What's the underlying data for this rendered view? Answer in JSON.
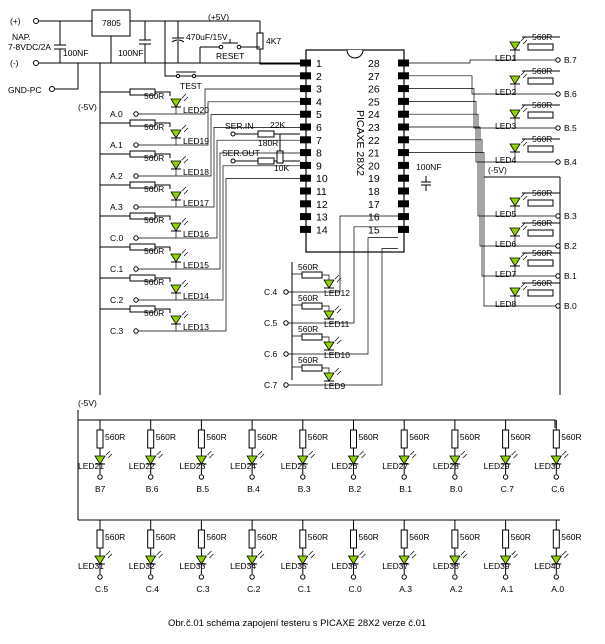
{
  "power": {
    "plus": "(+)",
    "minus": "(-)",
    "nap_line1": "NAP.",
    "nap_line2": "7-8VDC/2A",
    "regulator": "7805",
    "cap_in": "100NF",
    "cap_out": "100NF",
    "cap_bulk": "470uF/15V",
    "plus5v": "(+5V)",
    "gnd_pc": "GND-PC",
    "r_reset": "4K7",
    "reset": "RESET",
    "test": "TEST"
  },
  "ic": {
    "name": "PICAXE 28X2",
    "left_pins": [
      "1",
      "2",
      "3",
      "4",
      "5",
      "6",
      "7",
      "8",
      "9",
      "10",
      "11",
      "12",
      "13",
      "14"
    ],
    "right_pins": [
      "28",
      "27",
      "26",
      "25",
      "24",
      "23",
      "22",
      "21",
      "20",
      "19",
      "18",
      "17",
      "16",
      "15"
    ],
    "ser_in": "SER.IN",
    "ser_out": "SER.OUT",
    "r22k": "22K",
    "r180": "180R",
    "r10k": "10K",
    "c100nf": "100NF",
    "minus5v_left": "(-5V)",
    "minus5v_right": "(-5V)"
  },
  "left_leds": [
    {
      "res": "560R",
      "led": "LED20",
      "port": "A.0"
    },
    {
      "res": "560R",
      "led": "LED19",
      "port": "A.1"
    },
    {
      "res": "560R",
      "led": "LED18",
      "port": "A.2"
    },
    {
      "res": "560R",
      "led": "LED17",
      "port": "A.3"
    },
    {
      "res": "560R",
      "led": "LED16",
      "port": "C.0"
    },
    {
      "res": "560R",
      "led": "LED15",
      "port": "C.1"
    },
    {
      "res": "560R",
      "led": "LED14",
      "port": "C.2"
    },
    {
      "res": "560R",
      "led": "LED13",
      "port": "C.3"
    }
  ],
  "right_leds": [
    {
      "res": "560R",
      "led": "LED1",
      "port": "B.7"
    },
    {
      "res": "560R",
      "led": "LED2",
      "port": "B.6"
    },
    {
      "res": "560R",
      "led": "LED3",
      "port": "B.5"
    },
    {
      "res": "560R",
      "led": "LED4",
      "port": "B.4"
    },
    {
      "res": "560R",
      "led": "LED5",
      "port": "B.3"
    },
    {
      "res": "560R",
      "led": "LED6",
      "port": "B.2"
    },
    {
      "res": "560R",
      "led": "LED7",
      "port": "B.1"
    },
    {
      "res": "560R",
      "led": "LED8",
      "port": "B.0"
    }
  ],
  "mid_leds": [
    {
      "res": "560R",
      "led": "LED12",
      "port": "C.4"
    },
    {
      "res": "560R",
      "led": "LED11",
      "port": "C.5"
    },
    {
      "res": "560R",
      "led": "LED10",
      "port": "C.6"
    },
    {
      "res": "560R",
      "led": "LED9",
      "port": "C.7"
    }
  ],
  "row1_minus5v": "(-5V)",
  "row1": [
    {
      "res": "560R",
      "led": "LED21",
      "port": "B7"
    },
    {
      "res": "560R",
      "led": "LED22",
      "port": "B.6"
    },
    {
      "res": "560R",
      "led": "LED23",
      "port": "B.5"
    },
    {
      "res": "560R",
      "led": "LED24",
      "port": "B.4"
    },
    {
      "res": "560R",
      "led": "LED25",
      "port": "B.3"
    },
    {
      "res": "560R",
      "led": "LED26",
      "port": "B.2"
    },
    {
      "res": "560R",
      "led": "LED27",
      "port": "B.1"
    },
    {
      "res": "560R",
      "led": "LED28",
      "port": "B.0"
    },
    {
      "res": "560R",
      "led": "LED29",
      "port": "C.7"
    },
    {
      "res": "560R",
      "led": "LED30",
      "port": "C.6"
    }
  ],
  "row2": [
    {
      "res": "560R",
      "led": "LED31",
      "port": "C.5"
    },
    {
      "res": "560R",
      "led": "LED32",
      "port": "C.4"
    },
    {
      "res": "560R",
      "led": "LED33",
      "port": "C.3"
    },
    {
      "res": "560R",
      "led": "LED34",
      "port": "C.2"
    },
    {
      "res": "560R",
      "led": "LED35",
      "port": "C.1"
    },
    {
      "res": "560R",
      "led": "LED36",
      "port": "C.0"
    },
    {
      "res": "560R",
      "led": "LED37",
      "port": "A.3"
    },
    {
      "res": "560R",
      "led": "LED38",
      "port": "A.2"
    },
    {
      "res": "560R",
      "led": "LED39",
      "port": "A.1"
    },
    {
      "res": "560R",
      "led": "LED40",
      "port": "A.0"
    }
  ],
  "caption": "Obr.č.01 schéma zapojení testeru s PICAXE 28X2 verze č.01",
  "colors": {
    "led_fill": "#8fd400",
    "wire": "#000000"
  }
}
